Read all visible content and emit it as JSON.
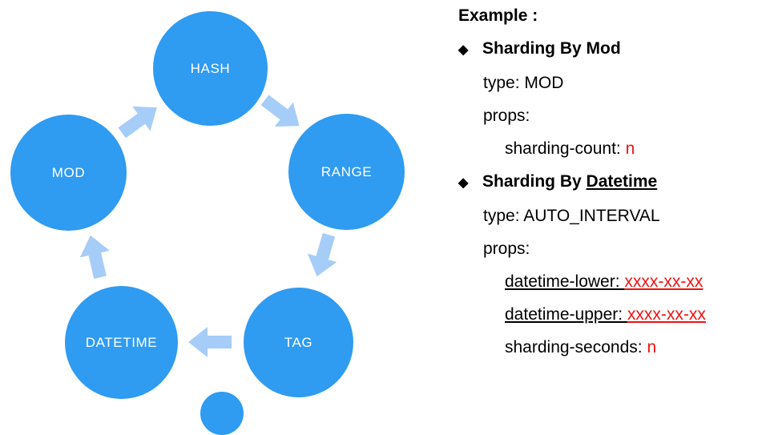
{
  "colors": {
    "node_blue": "#2f9bf1",
    "arrow_blue": "#a6cdf8",
    "value_red": "#ee1111"
  },
  "diagram": {
    "type": "cycle",
    "flow_order": [
      "HASH",
      "RANGE",
      "TAG",
      "DATETIME",
      "MOD"
    ],
    "nodes": [
      {
        "label": "HASH"
      },
      {
        "label": "RANGE"
      },
      {
        "label": "TAG"
      },
      {
        "label": "DATETIME"
      },
      {
        "label": "MOD"
      }
    ]
  },
  "panel": {
    "title": "Example :",
    "bullet": "◆",
    "sections": [
      {
        "heading": "Sharding By Mod",
        "type_line": "type: MOD",
        "props_line": "props:",
        "prop1_label": "sharding-count: ",
        "prop1_value": "n"
      },
      {
        "heading_prefix": "Sharding By ",
        "heading_underline": "Datetime",
        "type_line": "type: AUTO_INTERVAL",
        "props_line": "props:",
        "prop1_label": "datetime-lower: ",
        "prop1_value": "xxxx-xx-xx",
        "prop2_label": "datetime-upper: ",
        "prop2_value": "xxxx-xx-xx",
        "prop3_label": "sharding-seconds: ",
        "prop3_value": "n"
      }
    ]
  }
}
